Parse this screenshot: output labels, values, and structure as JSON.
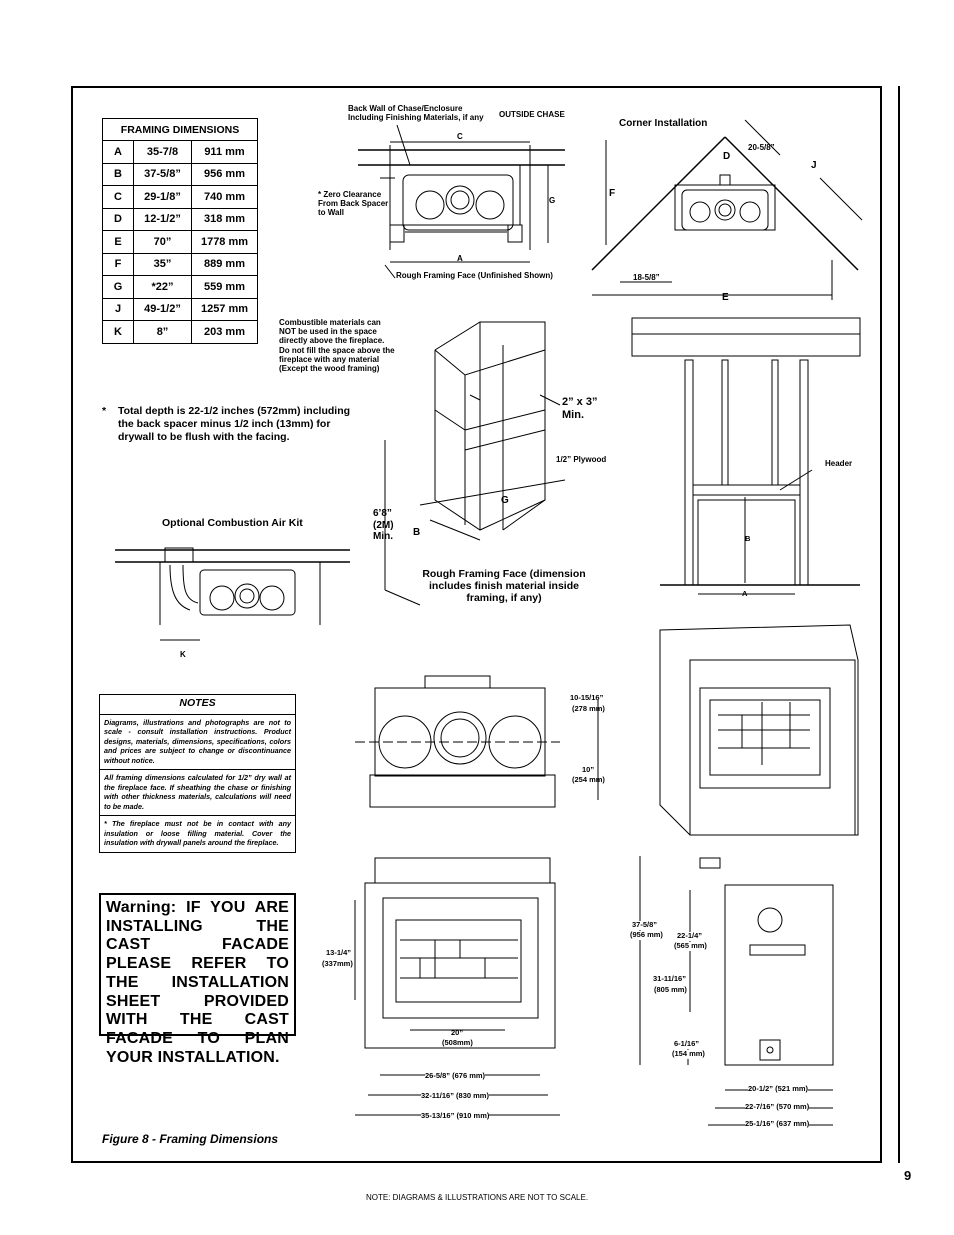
{
  "framing_table": {
    "title": "FRAMING DIMENSIONS",
    "rows": [
      {
        "key": "A",
        "imperial": "35-7/8",
        "metric": "911 mm"
      },
      {
        "key": "B",
        "imperial": "37-5/8”",
        "metric": "956 mm"
      },
      {
        "key": "C",
        "imperial": "29-1/8”",
        "metric": "740 mm"
      },
      {
        "key": "D",
        "imperial": "12-1/2”",
        "metric": "318 mm"
      },
      {
        "key": "E",
        "imperial": "70”",
        "metric": "1778 mm"
      },
      {
        "key": "F",
        "imperial": "35”",
        "metric": "889 mm"
      },
      {
        "key": "G",
        "imperial": "*22”",
        "metric": "559 mm"
      },
      {
        "key": "J",
        "imperial": "49-1/2”",
        "metric": "1257 mm"
      },
      {
        "key": "K",
        "imperial": "8”",
        "metric": "203 mm"
      }
    ]
  },
  "depth_note": {
    "star": "*",
    "text": "Total depth is 22-1/2 inches (572mm) including the back spacer minus 1/2 inch (13mm) for drywall to be flush with the facing."
  },
  "top_view": {
    "back_wall": "Back Wall of Chase/Enclosure Including Finishing Materials, if any",
    "outside_chase": "OUTSIDE CHASE",
    "zero_clearance": "* Zero Clearance From Back Spacer to Wall",
    "rough_framing": "Rough Framing Face (Unfinished Shown)",
    "dim_c": "C",
    "dim_g": "G",
    "dim_a": "A"
  },
  "corner": {
    "title": "Corner Installation",
    "d": "D",
    "j": "J",
    "f": "F",
    "e": "E",
    "dim_top": "20-5/8”",
    "dim_left": "18-5/8”"
  },
  "framing3d": {
    "combustible": "Combustible materials can NOT be used in the space directly above the fireplace. Do not fill the space above the fireplace with any material (Except the wood framing)",
    "two_by_three": "2” x 3” Min.",
    "plywood": "1/2” Plywood",
    "height": "6’8” (2M) Min.",
    "b": "B",
    "g": "G",
    "rough_face": "Rough Framing Face (dimension includes finish material inside framing, if any)"
  },
  "header_view": {
    "header": "Header",
    "b": "B",
    "a": "A"
  },
  "combustion_kit": {
    "title": "Optional Combustion Air Kit",
    "k": "K"
  },
  "notes": {
    "heading": "NOTES",
    "p1": "Diagrams, illustrations and photographs are not to scale - consult installation instructions. Product designs, materials, dimensions, specifications, colors and prices are subject to change or discontinuance without notice.",
    "p2": "All framing dimensions calculated for 1/2” dry wall at the fireplace face. If sheathing the chase or finishing with other thickness materials, calculations will need to be made.",
    "p3": "* The fireplace must not be in contact with any insulation or loose filling material. Cover the insulation with drywall panels around the fireplace."
  },
  "warning": "Warning: IF YOU ARE INSTALLING THE CAST FACADE PLEASE REFER TO THE INSTALLATION SHEET PROVIDED WITH THE CAST FACADE TO PLAN YOUR INSTALLATION.",
  "top_detail": {
    "d1": "10-15/16”",
    "d1m": "(278 mm)",
    "d2": "10”",
    "d2m": "(254 mm)"
  },
  "front_view": {
    "h": "13-1/4”",
    "hm": "(337mm)",
    "w1": "20”",
    "w1m": "(508mm)",
    "w2": "26-5/8” (676 mm)",
    "w3": "32-11/16” (830 mm)",
    "w4": "35-13/16” (910 mm)"
  },
  "side_view": {
    "h1": "37-5/8”",
    "h1m": "(956 mm)",
    "h2": "22-1/4”",
    "h2m": "(565 mm)",
    "h3": "31-11/16”",
    "h3m": "(805 mm)",
    "h4": "6-1/16”",
    "h4m": "(154 mm)",
    "d1": "20-1/2” (521 mm)",
    "d2": "22-7/16” (570 mm)",
    "d3": "25-1/16” (637 mm)"
  },
  "figure_caption": "Figure 8  - Framing Dimensions",
  "page_number": "9",
  "footer_note": "NOTE: DIAGRAMS & ILLUSTRATIONS ARE NOT TO SCALE."
}
